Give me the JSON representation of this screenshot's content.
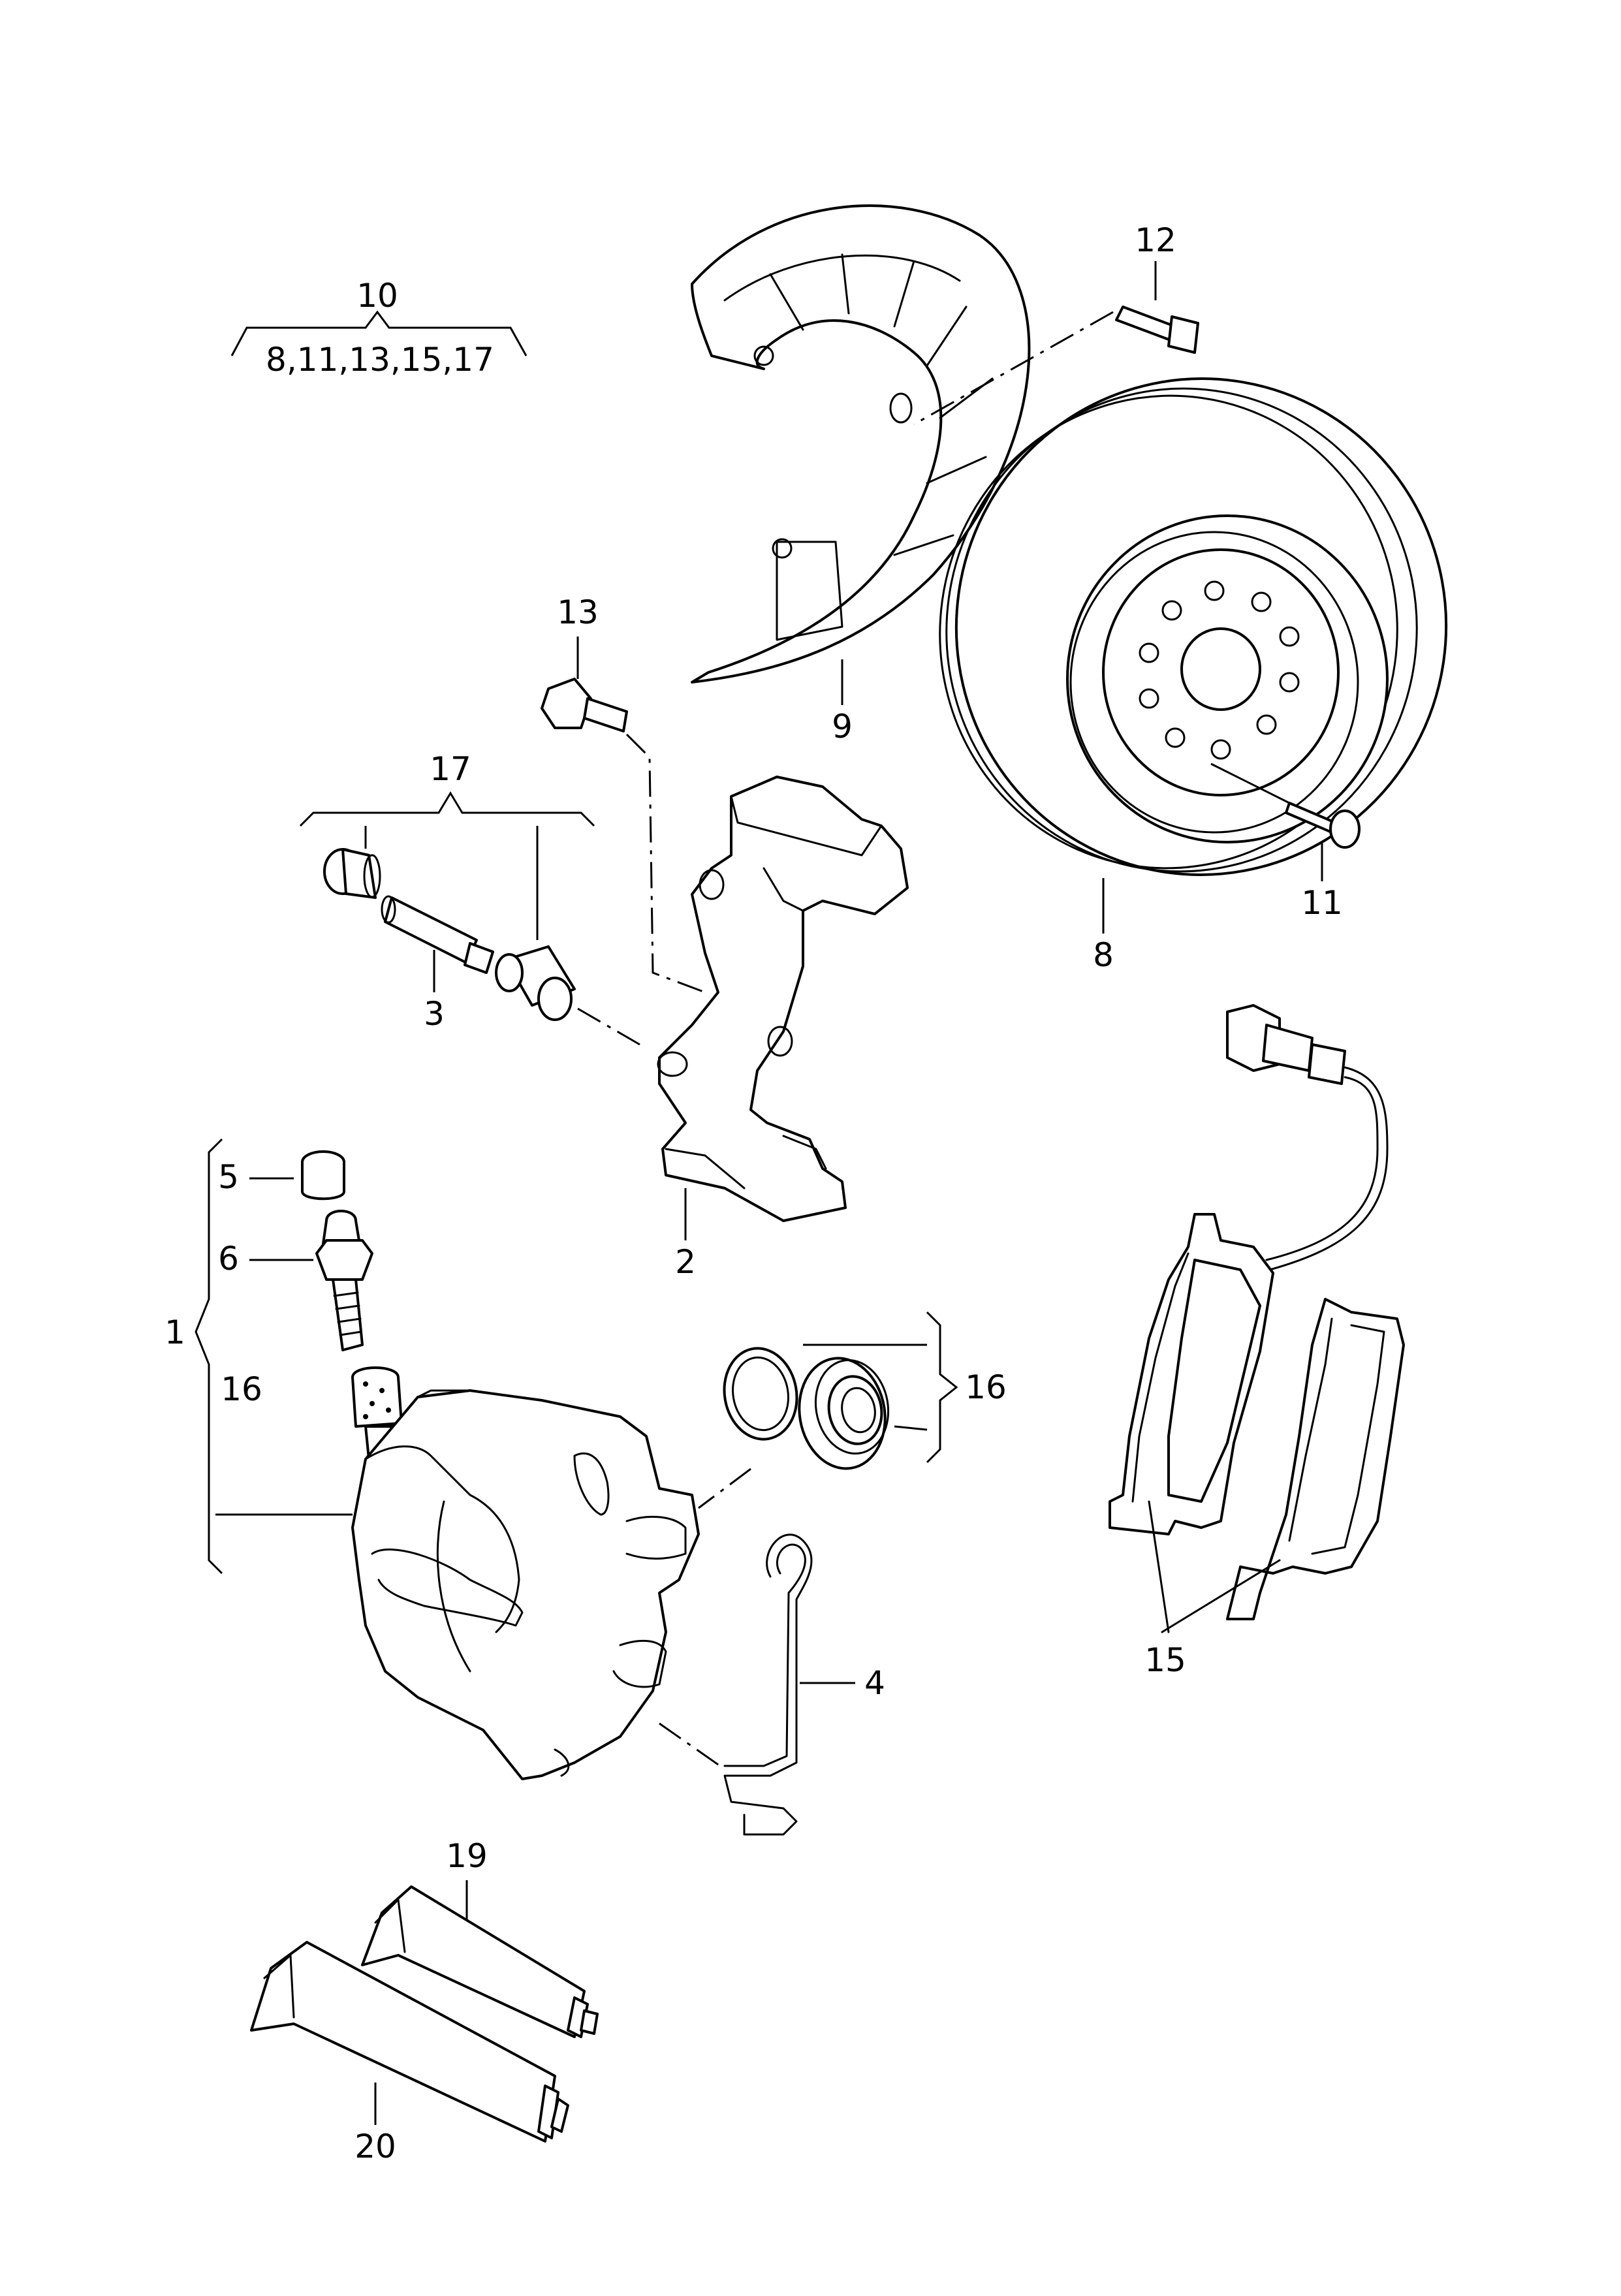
{
  "callouts": {
    "c10": "10",
    "c10_sub": "8,11,13,15,17",
    "c12": "12",
    "c9": "9",
    "c13": "13",
    "c17": "17",
    "c3": "3",
    "c2": "2",
    "c8": "8",
    "c11": "11",
    "c5": "5",
    "c6": "6",
    "c1": "1",
    "c16a": "16",
    "c16b": "16",
    "c4": "4",
    "c15": "15",
    "c19": "19",
    "c20": "20"
  }
}
